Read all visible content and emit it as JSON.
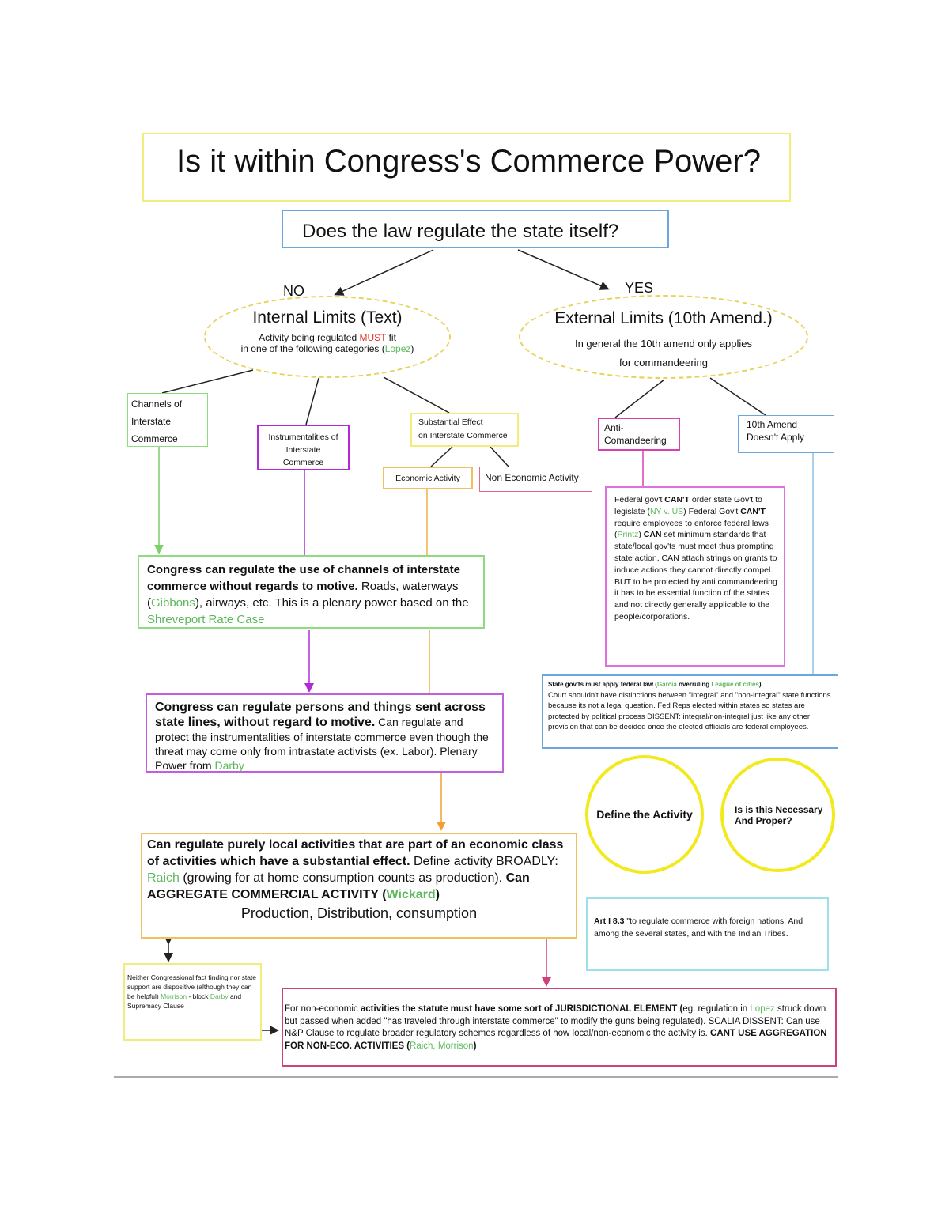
{
  "title": "Is it within Congress's Commerce Power?",
  "question": "Does the law regulate the state itself?",
  "branch_no": "NO",
  "branch_yes": "YES",
  "internal": {
    "title": "Internal Limits (Text)",
    "line1_a": "Activity being regulated ",
    "line1_must": "MUST",
    "line1_b": " fit",
    "line2_a": "in one of the following categories (",
    "line2_case": "Lopez",
    "line2_b": ")"
  },
  "external": {
    "title": "External Limits (10th Amend.)",
    "line1": "In general the 10th amend only applies",
    "line2": "for commandeering"
  },
  "categories": {
    "channels": "Channels of\nInterstate\nCommerce",
    "instrumentalities": "Instrumentalities of\nInterstate\nCommerce",
    "substantial": "Substantial Effect\non Interstate Commerce",
    "economic": "Economic Activity",
    "non_economic": "Non Economic Activity"
  },
  "anti_comm": "Anti-\nComandeering",
  "tenth_no": "10th Amend\nDoesn't Apply",
  "federal_box": {
    "p1": "Federal gov't ",
    "b1": "CAN'T",
    "p2": " order state Gov't to legislate (",
    "c1": "NY v. US",
    "p3": ") Federal Gov't ",
    "b2": "CAN'T",
    "p4": " require employees to enforce federal laws (",
    "c2": "Printz",
    "p5": ") ",
    "b3": "CAN",
    "p6": " set minimum standards that state/local gov'ts must meet thus prompting state action. CAN attach strings on grants to induce actions they cannot directly compel. BUT to be protected by anti commandeering it has to be essential function of the states and not directly generally applicable to the people/corporations."
  },
  "state_box": {
    "b1": "State gov'ts must apply federal law (",
    "c1": "Garcia",
    "b2": " overruling ",
    "c2": "League of cities",
    "b3": ")",
    "text": "Court shouldn't have distinctions between \"integral\" and \"non-integral\" state functions because its not a legal question. Fed Reps elected within states so states are protected by political process DISSENT: integral/non-integral just like any other provision that can be decided once the elected officials are federal employees."
  },
  "channels_box": {
    "bold": "Congress can regulate the use of channels of interstate commerce without regards to motive.",
    "p1": " Roads, waterways (",
    "c1": "Gibbons",
    "p2": "), airways, etc. This is a plenary power based on the ",
    "c2": "Shreveport Rate Case"
  },
  "persons_box": {
    "bold": "Congress can regulate persons and things sent across state lines, without regard to motive.",
    "p1": " Can regulate and protect the instrumentalities of interstate commerce even though the threat may come only from intrastate activists (ex. Labor). Plenary Power from ",
    "c1": "Darby"
  },
  "aggregate_box": {
    "b1": "Can regulate purely local activities that are part of an economic class of activities which have a substantial effect.",
    "p1": " Define activity BROADLY: ",
    "c1": "Raich",
    "p2": " (growing for at home consumption counts as production). ",
    "b2": "Can AGGREGATE COMMERCIAL ACTIVITY (",
    "c2": "Wickard",
    "b3": ")",
    "footer": "Production, Distribution, consumption"
  },
  "circle_define": "Define the Activity",
  "circle_necessary": "Is is this Necessary And Proper?",
  "article_box": {
    "b": "Art I 8.3",
    "text": " \"to regulate commerce with foreign nations, And among the several states, and with the Indian Tribes."
  },
  "neither_box": {
    "p1": "Neither Congressional fact finding nor state support are dispositive (although they can be helpful) ",
    "c1": "Morrison",
    "p2": " - block ",
    "c2": "Darby",
    "p3": " and Supremacy Clause"
  },
  "noneco_box": {
    "p1": "For non-economic ",
    "b1": "activities the statute must have some sort of JURISDICTIONAL ELEMENT (",
    "p2": "eg. regulation in ",
    "c1": "Lopez",
    "p3": " struck down but passed when added \"has traveled through interstate commerce\" to modify the guns being regulated). SCALIA DISSENT: Can use N&P Clause to regulate broader regulatory schemes regardless of how local/non-economic the activity is. ",
    "b2": "CANT USE AGGREGATION FOR NON-ECO. ACTIVITIES (",
    "c2": "Raich, Morrison",
    "b3": ")"
  }
}
